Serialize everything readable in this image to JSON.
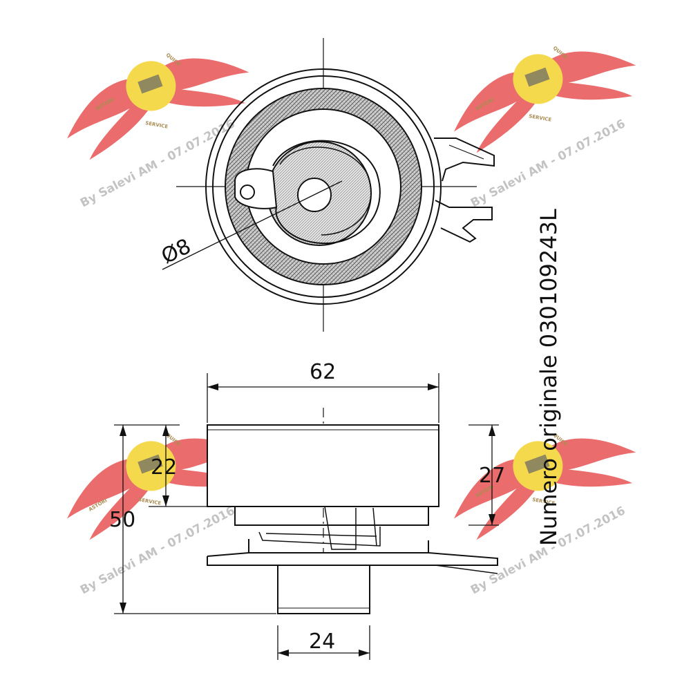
{
  "dimensions": {
    "bore_diameter": "Ø8",
    "overall_width": "62",
    "pulley_height": "22",
    "total_height": "50",
    "right_height": "27",
    "base_width": "24"
  },
  "part_number_label": "Numero originale 030109243L",
  "watermark": {
    "text": "By Salevi AM - 07.07.2016",
    "logo_top": "QUICK",
    "logo_left": "ASTORI",
    "logo_bottom": "SERVICE"
  },
  "colors": {
    "line": "#111111",
    "watermark_wing": "#e85d5d",
    "watermark_logo": "#f5d53a",
    "watermark_text": "#bdbdbd"
  }
}
